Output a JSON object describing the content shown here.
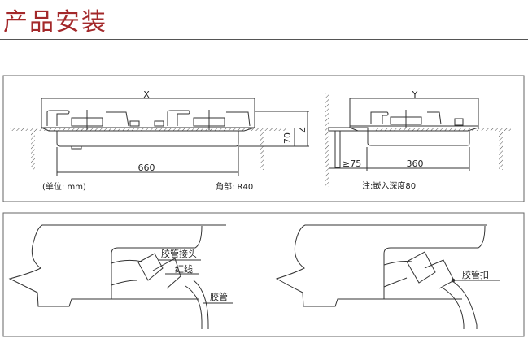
{
  "header": {
    "title": "产品安装"
  },
  "dimensions": {
    "front": {
      "width_label": "X",
      "height_label": "Z",
      "cutout_width": "660",
      "depth": "70",
      "unit_note": "(单位: mm)",
      "corner_note": "角部: R40"
    },
    "side": {
      "width_label": "Y",
      "cutout_depth": "360",
      "wall_gap": "≥75",
      "note": "注:嵌入深度80"
    }
  },
  "hose": {
    "left": {
      "connector": "胶管接头",
      "red_line": "红线",
      "hose": "胶管"
    },
    "right": {
      "clamp": "胶管扣"
    }
  },
  "colors": {
    "title": "#a3282a",
    "line": "#333333"
  }
}
